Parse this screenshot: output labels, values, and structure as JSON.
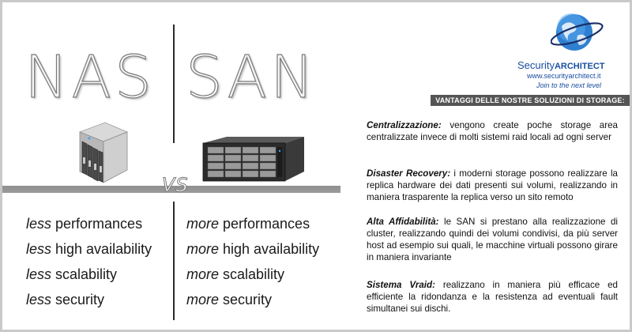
{
  "titles": {
    "left": "NAS",
    "right": "SAN",
    "vs": "VS"
  },
  "left_list": [
    {
      "qualifier": "less",
      "text": " performances"
    },
    {
      "qualifier": "less",
      "text": " high availability"
    },
    {
      "qualifier": "less",
      "text": " scalability"
    },
    {
      "qualifier": "less",
      "text": " security"
    }
  ],
  "right_list": [
    {
      "qualifier": "more",
      "text": " performances"
    },
    {
      "qualifier": "more",
      "text": " high availability"
    },
    {
      "qualifier": "more",
      "text": " scalability"
    },
    {
      "qualifier": "more",
      "text": " security"
    }
  ],
  "logo": {
    "brand_first": "Security",
    "brand_second": "ARCHITECT",
    "url": "www.securityarchitect.it",
    "tagline": "Join to the next level"
  },
  "banner": "VANTAGGI DELLE NOSTRE SOLUZIONI DI STORAGE:",
  "advantages": [
    {
      "title": "Centralizzazione:",
      "text": " vengono create poche storage area centralizzate invece di molti sistemi raid locali ad ogni server"
    },
    {
      "title": "Disaster Recovery:",
      "text": " i moderni storage possono realizzare la replica hardware dei dati presenti sui volumi, realizzando in maniera trasparente la replica verso un sito remoto"
    },
    {
      "title": "Alta Affidabilità:",
      "text": " le SAN si prestano alla realizzazione di cluster, realizzando quindi dei volumi condivisi, da più server host ad esempio sui quali, le macchine virtuali possono girare in maniera invariante"
    },
    {
      "title": "Sistema Vraid:",
      "text": " realizzano in maniera più efficace ed efficiente la ridondanza e la resistenza ad eventuali fault simultanei sui dischi."
    }
  ],
  "colors": {
    "logo_blue": "#1a4fa0",
    "banner_bg": "#555555",
    "frame": "#c9c9c9"
  }
}
